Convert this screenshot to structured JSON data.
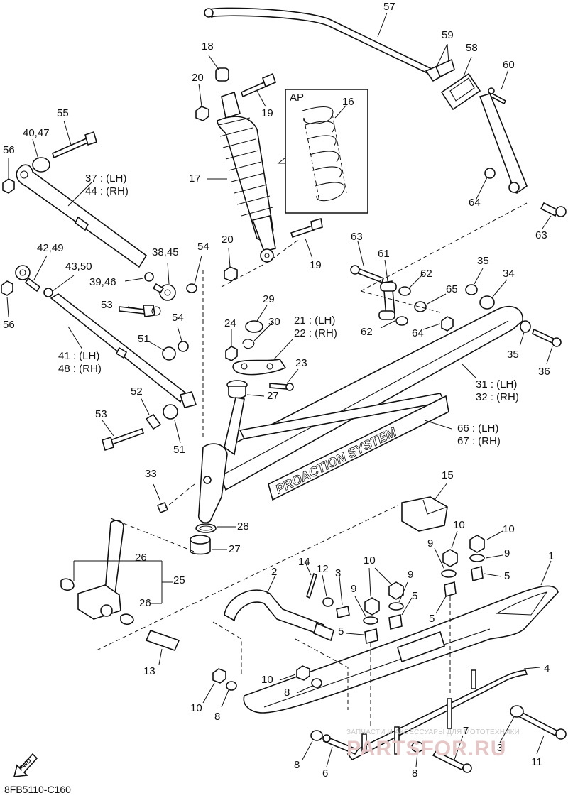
{
  "diagram": {
    "labels": [
      {
        "id": "l57",
        "text": "57"
      },
      {
        "id": "l59",
        "text": "59"
      },
      {
        "id": "l58",
        "text": "58"
      },
      {
        "id": "l60",
        "text": "60"
      },
      {
        "id": "l18",
        "text": "18"
      },
      {
        "id": "l20a",
        "text": "20"
      },
      {
        "id": "l19a",
        "text": "19"
      },
      {
        "id": "lAP",
        "text": "AP"
      },
      {
        "id": "l16",
        "text": "16"
      },
      {
        "id": "l55",
        "text": "55"
      },
      {
        "id": "l4047",
        "text": "40,47"
      },
      {
        "id": "l56a",
        "text": "56"
      },
      {
        "id": "l37",
        "text": "37 : (LH)"
      },
      {
        "id": "l44",
        "text": "44 : (RH)"
      },
      {
        "id": "l17",
        "text": "17"
      },
      {
        "id": "l64a",
        "text": "64"
      },
      {
        "id": "l63a",
        "text": "63"
      },
      {
        "id": "l63b",
        "text": "63"
      },
      {
        "id": "l20b",
        "text": "20"
      },
      {
        "id": "l19b",
        "text": "19"
      },
      {
        "id": "l4249",
        "text": "42,49"
      },
      {
        "id": "l3845",
        "text": "38,45"
      },
      {
        "id": "l54a",
        "text": "54"
      },
      {
        "id": "l4350",
        "text": "43,50"
      },
      {
        "id": "l3946",
        "text": "39,46"
      },
      {
        "id": "l61",
        "text": "61"
      },
      {
        "id": "l62a",
        "text": "62"
      },
      {
        "id": "l35a",
        "text": "35"
      },
      {
        "id": "l34",
        "text": "34"
      },
      {
        "id": "l65",
        "text": "65"
      },
      {
        "id": "l53a",
        "text": "53"
      },
      {
        "id": "l56b",
        "text": "56"
      },
      {
        "id": "l29",
        "text": "29"
      },
      {
        "id": "l54b",
        "text": "54"
      },
      {
        "id": "l24",
        "text": "24"
      },
      {
        "id": "l30",
        "text": "30"
      },
      {
        "id": "l21",
        "text": "21 : (LH)"
      },
      {
        "id": "l22",
        "text": "22 : (RH)"
      },
      {
        "id": "l62b",
        "text": "62"
      },
      {
        "id": "l64b",
        "text": "64"
      },
      {
        "id": "l35b",
        "text": "35"
      },
      {
        "id": "l36",
        "text": "36"
      },
      {
        "id": "l41",
        "text": "41 : (LH)"
      },
      {
        "id": "l48",
        "text": "48 : (RH)"
      },
      {
        "id": "l51a",
        "text": "51"
      },
      {
        "id": "l23",
        "text": "23"
      },
      {
        "id": "l31",
        "text": "31 : (LH)"
      },
      {
        "id": "l32",
        "text": "32 : (RH)"
      },
      {
        "id": "l52",
        "text": "52"
      },
      {
        "id": "l27a",
        "text": "27"
      },
      {
        "id": "l53b",
        "text": "53"
      },
      {
        "id": "l66",
        "text": "66 : (LH)"
      },
      {
        "id": "l67",
        "text": "67 : (RH)"
      },
      {
        "id": "l51b",
        "text": "51"
      },
      {
        "id": "l33",
        "text": "33"
      },
      {
        "id": "l15",
        "text": "15"
      },
      {
        "id": "l28",
        "text": "28"
      },
      {
        "id": "l10a",
        "text": "10"
      },
      {
        "id": "l10b",
        "text": "10"
      },
      {
        "id": "l9a",
        "text": "9"
      },
      {
        "id": "l9b",
        "text": "9"
      },
      {
        "id": "l27b",
        "text": "27"
      },
      {
        "id": "l26a",
        "text": "26"
      },
      {
        "id": "l14",
        "text": "14"
      },
      {
        "id": "l10c",
        "text": "10"
      },
      {
        "id": "l1",
        "text": "1"
      },
      {
        "id": "l12",
        "text": "12"
      },
      {
        "id": "l3a",
        "text": "3"
      },
      {
        "id": "l9c",
        "text": "9"
      },
      {
        "id": "l5a",
        "text": "5"
      },
      {
        "id": "l2",
        "text": "2"
      },
      {
        "id": "l25",
        "text": "25"
      },
      {
        "id": "l9d",
        "text": "9"
      },
      {
        "id": "l5b",
        "text": "5"
      },
      {
        "id": "l26b",
        "text": "26"
      },
      {
        "id": "l5c",
        "text": "5"
      },
      {
        "id": "l5d",
        "text": "5"
      },
      {
        "id": "l13",
        "text": "13"
      },
      {
        "id": "l4",
        "text": "4"
      },
      {
        "id": "l10d",
        "text": "10"
      },
      {
        "id": "l8a",
        "text": "8"
      },
      {
        "id": "l10e",
        "text": "10"
      },
      {
        "id": "l8b",
        "text": "8"
      },
      {
        "id": "l7",
        "text": "7"
      },
      {
        "id": "l3b",
        "text": "3"
      },
      {
        "id": "l11",
        "text": "11"
      },
      {
        "id": "l8c",
        "text": "8"
      },
      {
        "id": "l6",
        "text": "6"
      },
      {
        "id": "l8d",
        "text": "8"
      }
    ],
    "decal_text": "PROACTION SYSTEM",
    "fwd_text": "FWD",
    "diagram_code": "8FB5110-C160",
    "watermark_small": "ЗАПЧАСТИ И АКСЕССУАРЫ ДЛЯ МОТОТЕХНИКИ",
    "watermark_large": "PARTSFOR.RU"
  }
}
